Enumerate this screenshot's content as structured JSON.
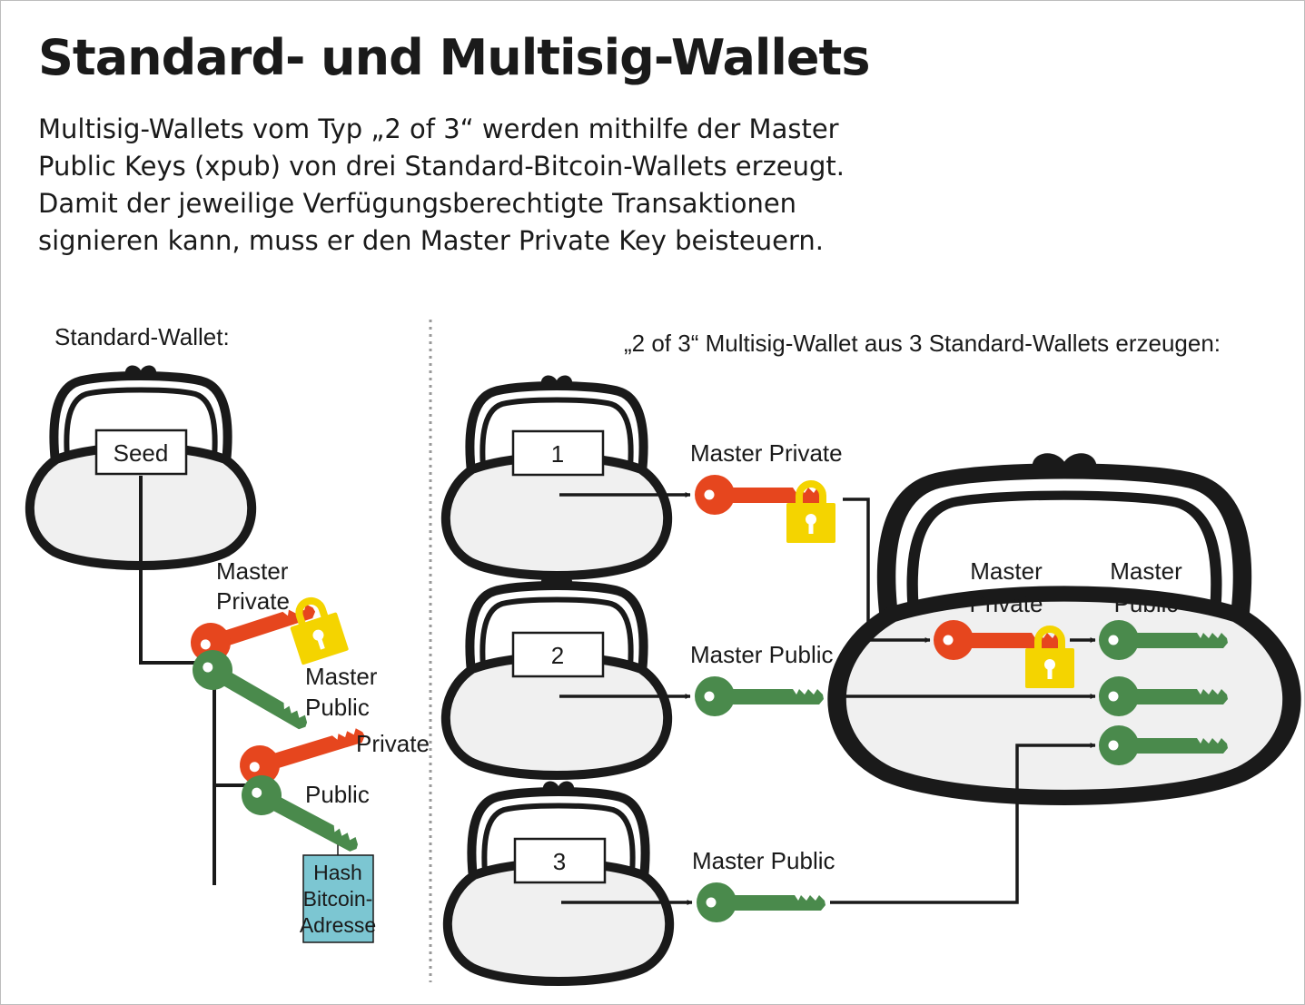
{
  "title": "Standard- und Multisig-Wallets",
  "intro": [
    "Multisig-Wallets vom Typ „2 of 3“ werden mithilfe der Master",
    "Public Keys (xpub) von drei Standard-Bitcoin-Wallets erzeugt.",
    "Damit der jeweilige Verfügungsberechtigte Transaktionen",
    "signieren kann, muss er den Master Private Key beisteuern."
  ],
  "left": {
    "heading": "Standard-Wallet:",
    "seed": "Seed",
    "master": "Master",
    "private": "Private",
    "public": "Public",
    "hash": [
      "Hash",
      "Bitcoin-",
      "Adresse"
    ]
  },
  "right": {
    "heading": "„2 of 3“ Multisig-Wallet aus 3 Standard-Wallets erzeugen:",
    "wallets": [
      "1",
      "2",
      "3"
    ],
    "master_private": "Master Private",
    "master_public": "Master Public",
    "master": "Master",
    "private": "Private",
    "public": "Public"
  },
  "colors": {
    "private_key": "#e6461e",
    "public_key": "#4a8a4c",
    "lock": "#f4d400",
    "hash_box": "#7cc6d2",
    "purse_fill": "#f0f0f0",
    "line": "#1a1a1a"
  }
}
